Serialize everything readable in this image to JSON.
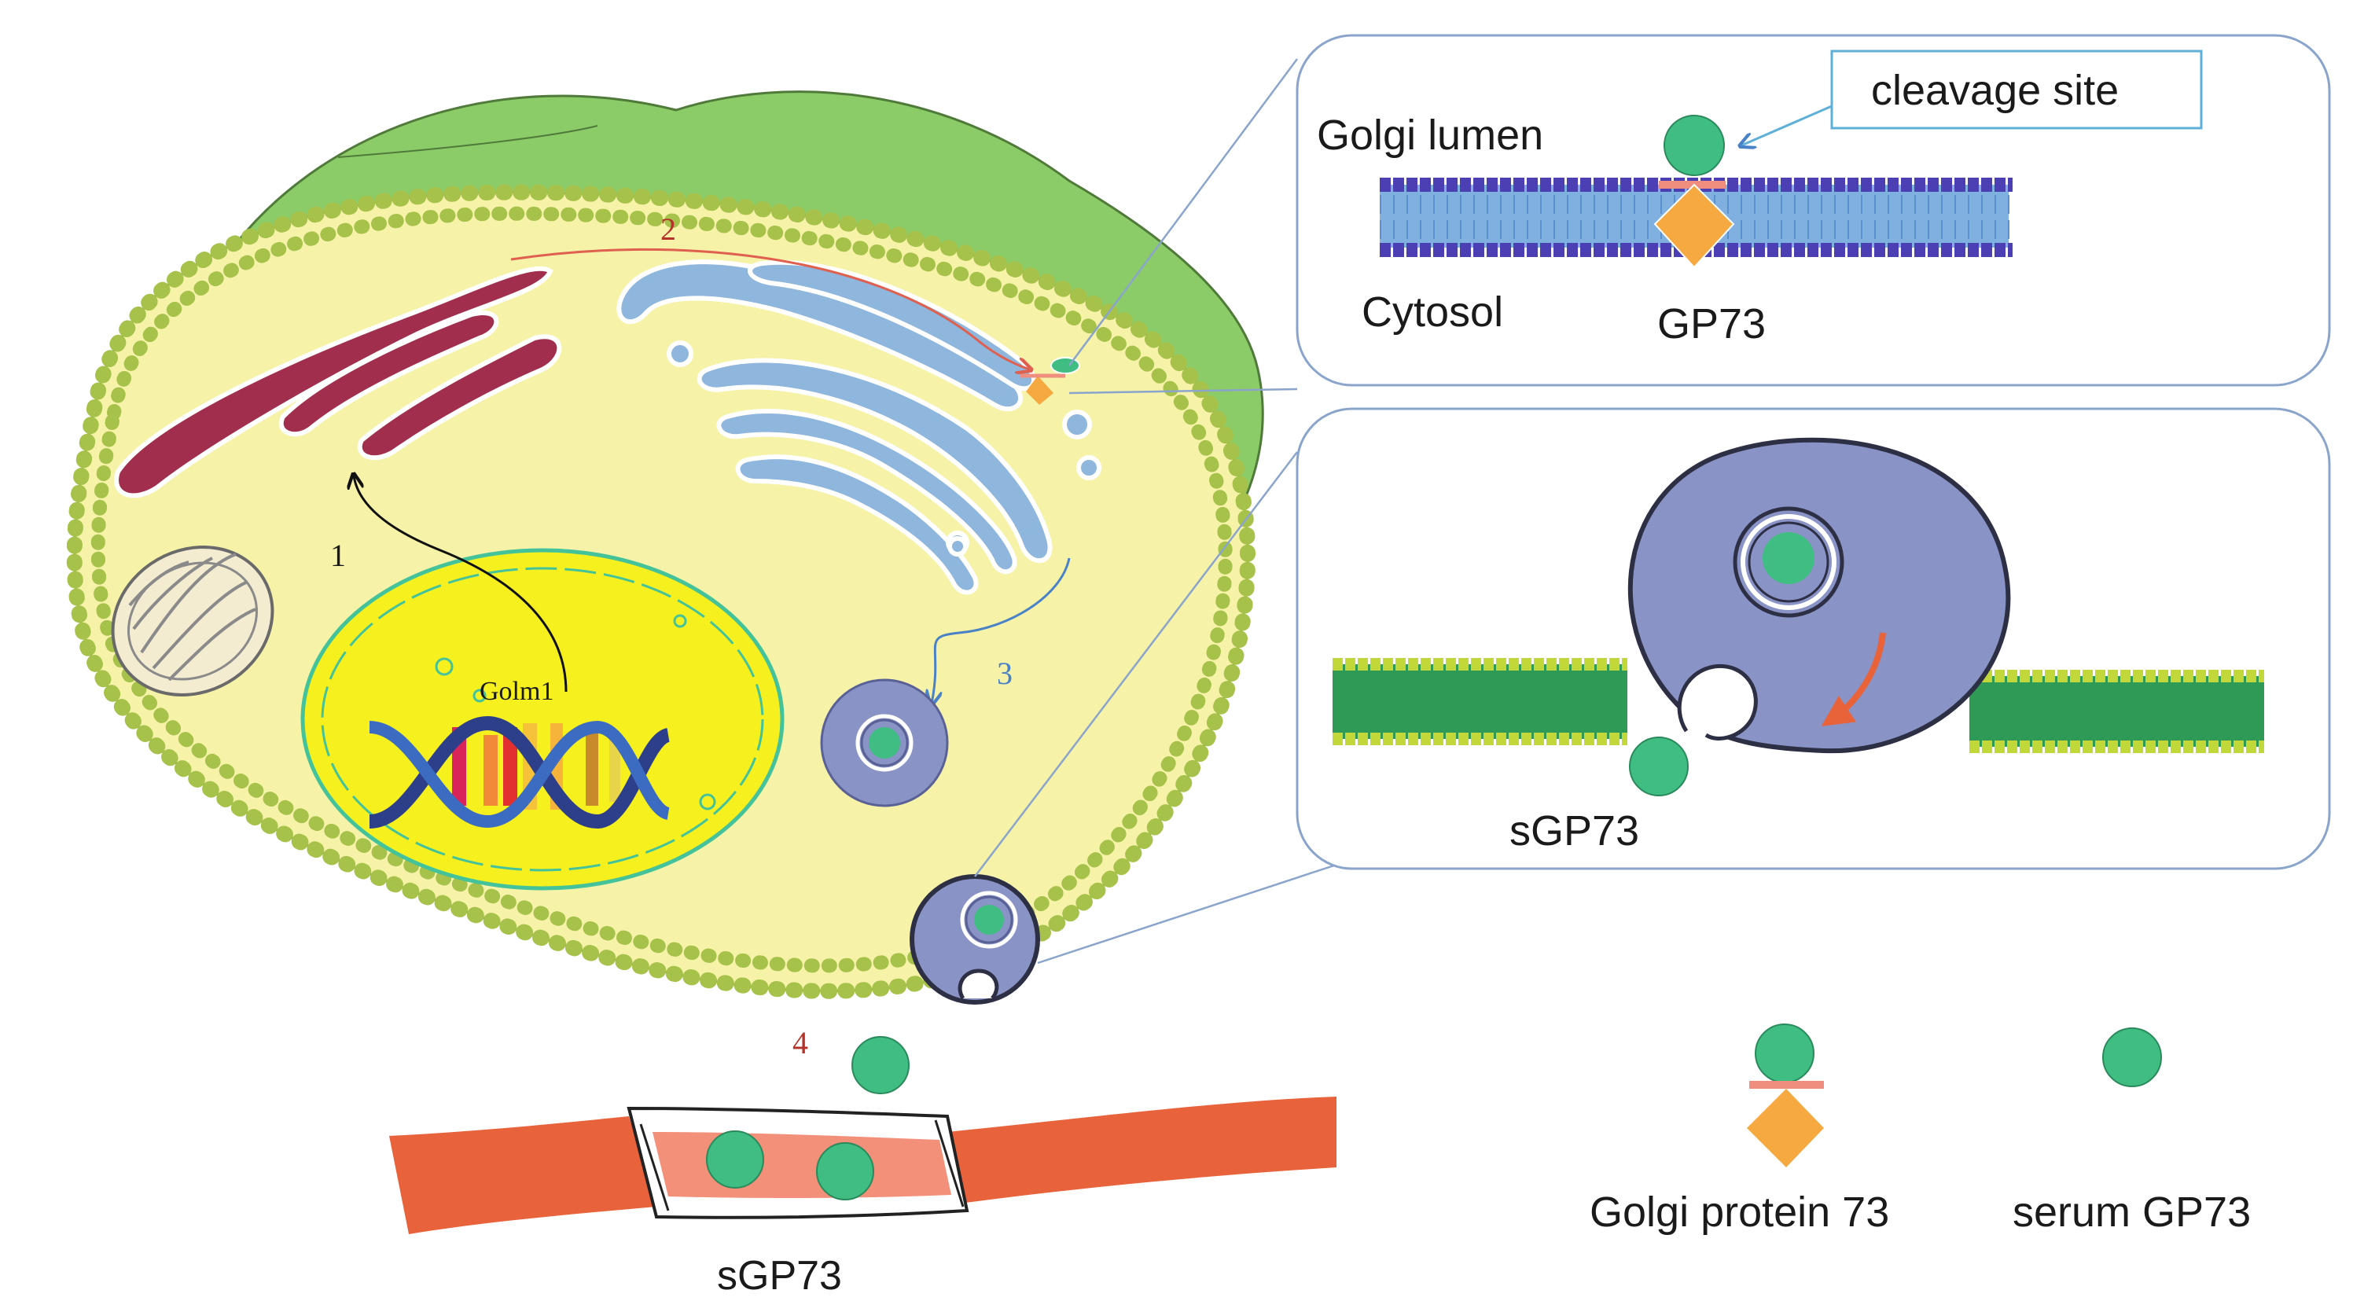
{
  "labels": {
    "golgi_lumen": "Golgi lumen",
    "cytosol": "Cytosol",
    "gp73": "GP73",
    "cleavage_site": "cleavage site",
    "sgp73_panel": "sGP73",
    "sgp73_vessel": "sGP73",
    "golm1": "Golm1",
    "step1": "1",
    "step2": "2",
    "step3": "3",
    "step4": "4"
  },
  "legend": {
    "golgi_protein": "Golgi protein 73",
    "serum_gp73": "serum GP73"
  },
  "colors": {
    "cytoplasm": "#f6f2a8",
    "green_region": "#8ccc68",
    "membrane_bead": "#a6c24a",
    "er": "#a12e4c",
    "golgi": "#8fb6dc",
    "nucleus": "#f6f01e",
    "vesicle": "#8a93c6",
    "protein_green": "#3fbd82",
    "protein_orange": "#f6a940",
    "cleavage_line": "#ef8d7e",
    "vessel": "#e8623c",
    "panel_border": "#8aa4cc",
    "panel_bilayer": "#7fb0e0",
    "panel_head": "#4b3fb3",
    "step_red": "#b4322a",
    "step_blue": "#4a82c8"
  }
}
